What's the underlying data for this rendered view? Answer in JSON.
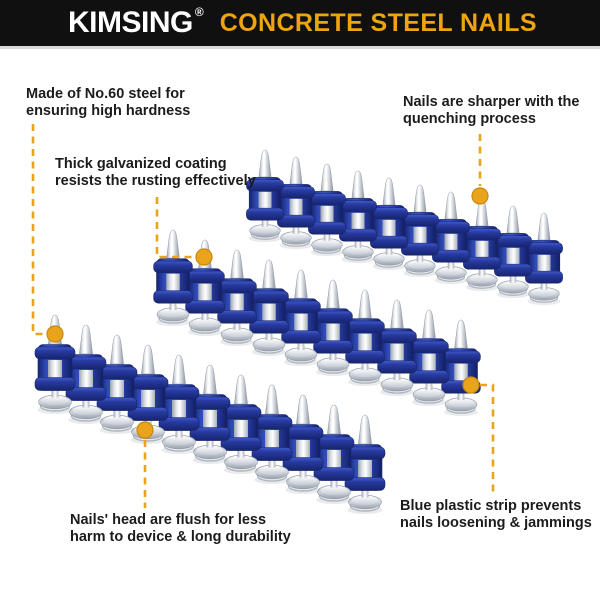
{
  "header": {
    "brand": "KIMSING",
    "registered": "®",
    "title": "CONCRETE STEEL NAILS"
  },
  "callouts": {
    "steel": {
      "line1": "Made of No.60 steel for",
      "line2": "ensuring high hardness"
    },
    "coating": {
      "line1": "Thick galvanized coating",
      "line2": "resists the rusting effectively"
    },
    "sharper": {
      "line1": "Nails are sharper with the",
      "line2": "quenching process"
    },
    "strip": {
      "line1": "Blue plastic strip prevents",
      "line2": "nails loosening & jammings"
    },
    "heads": {
      "line1": "Nails' head are flush for less",
      "line2": "harm to device & long durability"
    }
  },
  "colors": {
    "accent": "#E9A41C",
    "accent_dark": "#C9870C",
    "header_bg": "#101010",
    "brand_text": "#FFFFFF",
    "title_text": "#EDA40F",
    "body_text": "#1C1C1C",
    "nail_blue": "#2A41A6",
    "nail_silver": "#D7DBE1"
  },
  "illustration": {
    "description": "Three diagonal strips of blue-plastic collated concrete steel nails, tips pointing up",
    "strips": [
      {
        "name": "top-nail-strip",
        "nail_count": 10
      },
      {
        "name": "middle-nail-strip",
        "nail_count": 10
      },
      {
        "name": "bottom-nail-strip",
        "nail_count": 11
      }
    ]
  }
}
